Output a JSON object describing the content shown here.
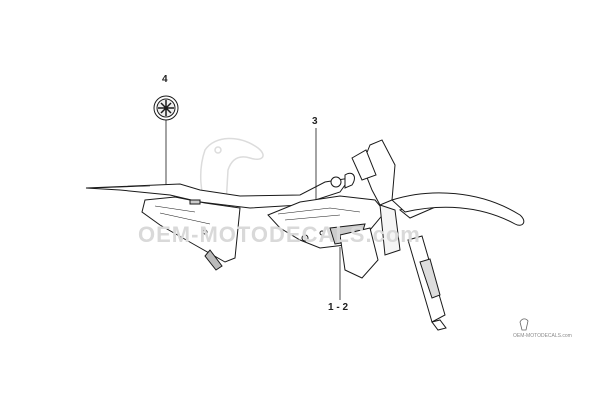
{
  "callouts": {
    "c4": "4",
    "c3": "3",
    "c12": "1 - 2"
  },
  "watermark": {
    "main": "OEM-MOTODECALS.com",
    "footer": "OEM-MOTODECALS.com"
  },
  "colors": {
    "line": "#1a1a1a",
    "watermark": "#d9d9d9",
    "background": "#ffffff"
  }
}
